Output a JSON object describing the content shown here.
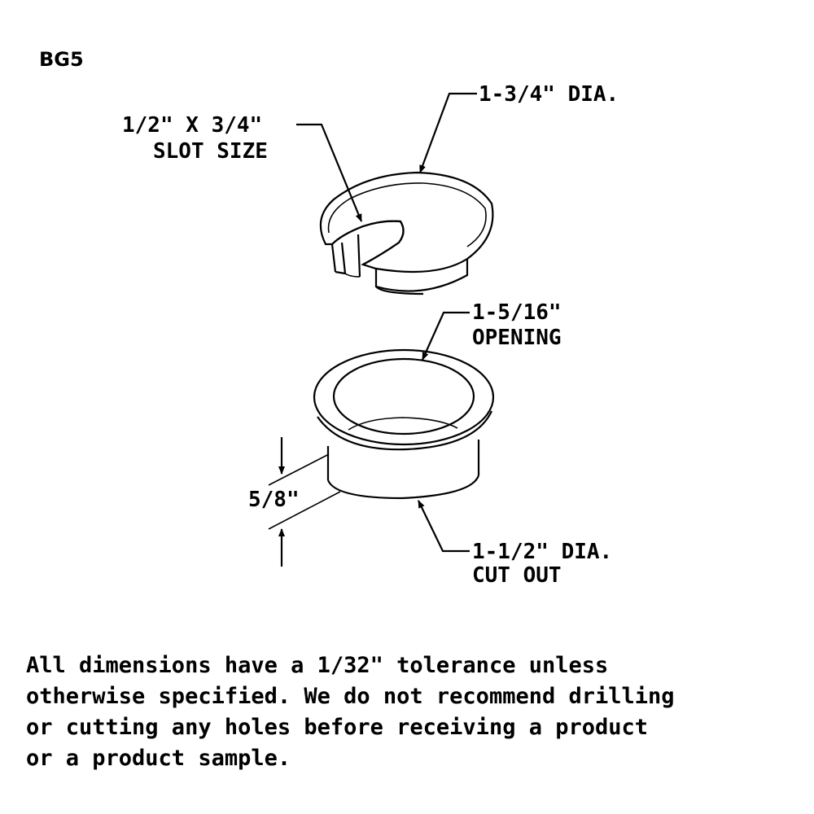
{
  "part_code": "BG5",
  "cap": {
    "diameter_label": "1-3/4\" DIA.",
    "slot_label_line1": "1/2\" X 3/4\"",
    "slot_label_line2": "SLOT SIZE"
  },
  "grommet": {
    "opening_line1": "1-5/16\"",
    "opening_line2": "OPENING",
    "height_label": "5/8\"",
    "cutout_line1": "1-1/2\" DIA.",
    "cutout_line2": "CUT OUT"
  },
  "note": {
    "line1": "All dimensions have a 1/32\" tolerance unless",
    "line2": "otherwise specified. We do not recommend drilling",
    "line3": "or cutting any holes before receiving a product",
    "line4": "or a product sample."
  }
}
